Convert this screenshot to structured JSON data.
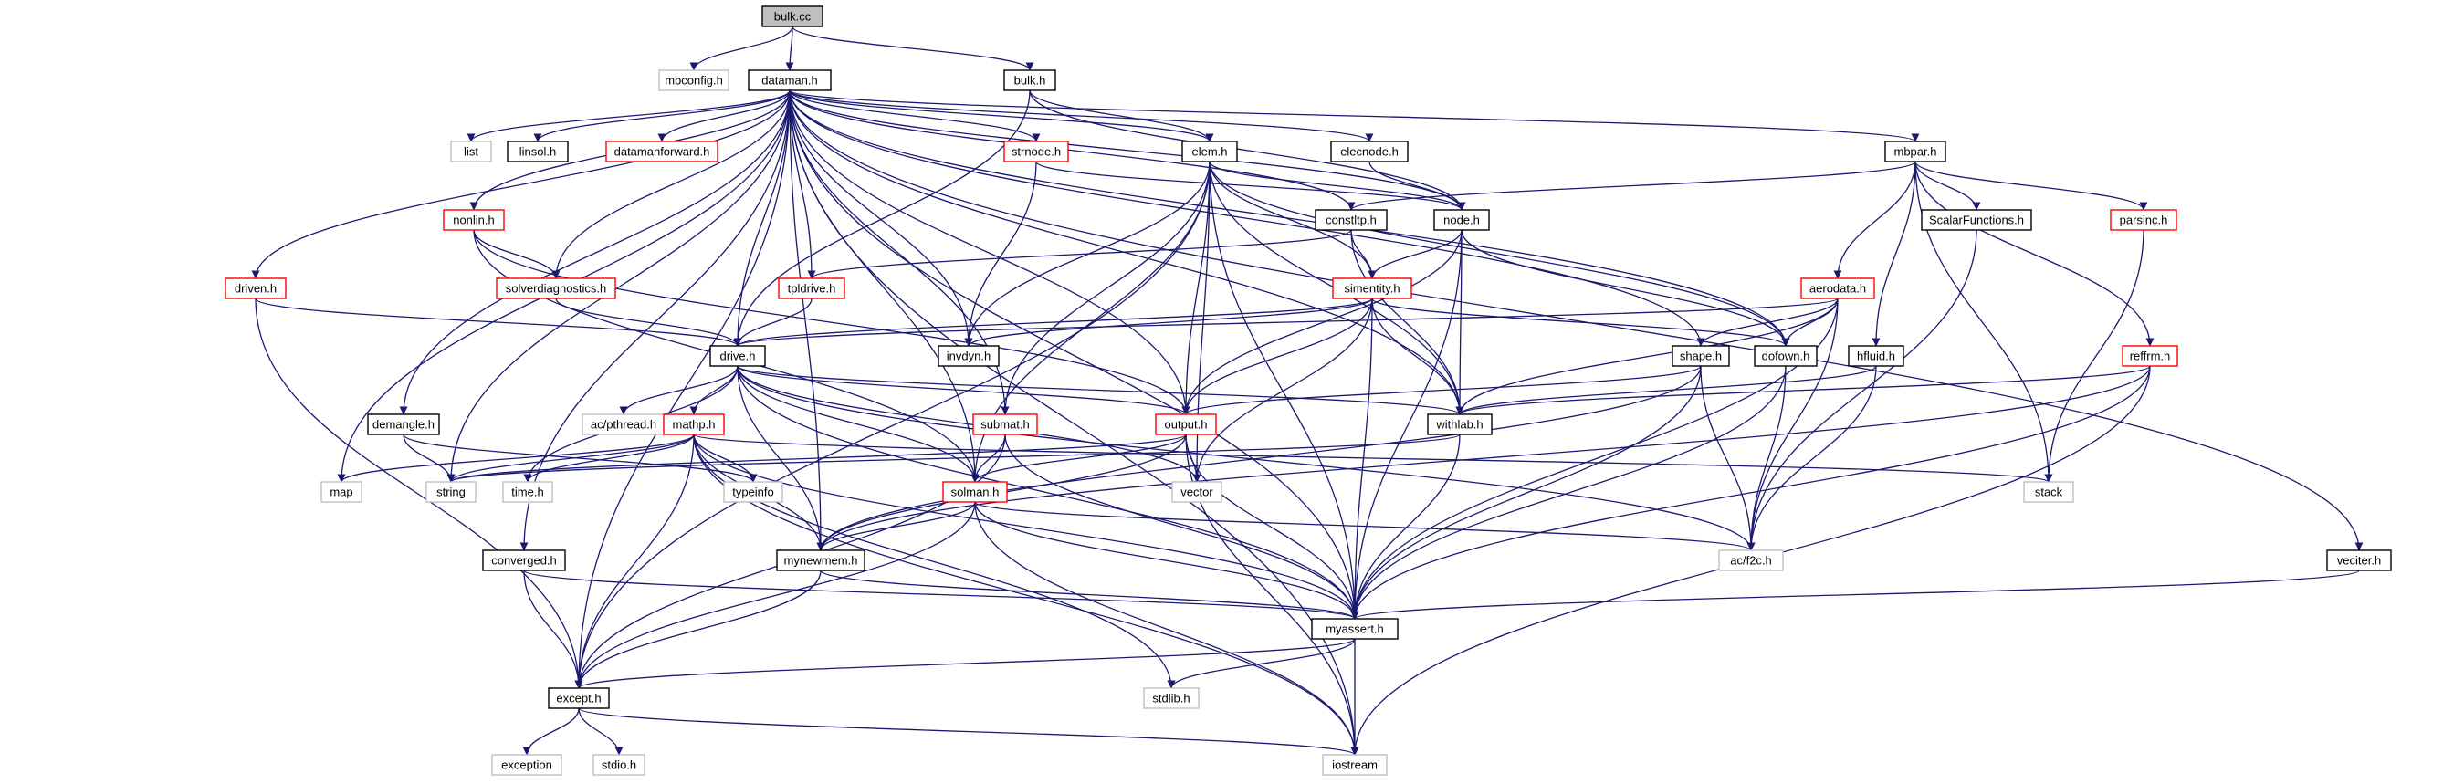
{
  "diagram": {
    "colors": {
      "edge": "#191970",
      "box_normal": "#000000",
      "box_red": "#ff0000",
      "box_gray": "#bfbfbf",
      "fill_root": "#bfbfbf",
      "fill_default": "#ffffff"
    },
    "nodes": [
      {
        "id": "bulk_cc",
        "label": "bulk.cc",
        "style": "root"
      },
      {
        "id": "mbconfig_h",
        "label": "mbconfig.h",
        "style": "gray"
      },
      {
        "id": "dataman_h",
        "label": "dataman.h",
        "style": "normal"
      },
      {
        "id": "bulk_h",
        "label": "bulk.h",
        "style": "normal"
      },
      {
        "id": "list",
        "label": "list",
        "style": "gray"
      },
      {
        "id": "linsol_h",
        "label": "linsol.h",
        "style": "normal"
      },
      {
        "id": "datamanforward_h",
        "label": "datamanforward.h",
        "style": "red"
      },
      {
        "id": "strnode_h",
        "label": "strnode.h",
        "style": "red"
      },
      {
        "id": "elem_h",
        "label": "elem.h",
        "style": "normal"
      },
      {
        "id": "elecnode_h",
        "label": "elecnode.h",
        "style": "normal"
      },
      {
        "id": "mbpar_h",
        "label": "mbpar.h",
        "style": "normal"
      },
      {
        "id": "veciter_h",
        "label": "veciter.h",
        "style": "normal"
      },
      {
        "id": "nonlin_h",
        "label": "nonlin.h",
        "style": "red"
      },
      {
        "id": "constltp_h",
        "label": "constltp.h",
        "style": "normal"
      },
      {
        "id": "node_h",
        "label": "node.h",
        "style": "normal"
      },
      {
        "id": "scalarfunctions_h",
        "label": "ScalarFunctions.h",
        "style": "normal"
      },
      {
        "id": "parsinc_h",
        "label": "parsinc.h",
        "style": "red"
      },
      {
        "id": "driven_h",
        "label": "driven.h",
        "style": "red"
      },
      {
        "id": "solverdiagnostics_h",
        "label": "solverdiagnostics.h",
        "style": "red"
      },
      {
        "id": "tpldrive_h",
        "label": "tpldrive.h",
        "style": "red"
      },
      {
        "id": "simentity_h",
        "label": "simentity.h",
        "style": "red"
      },
      {
        "id": "aerodata_h",
        "label": "aerodata.h",
        "style": "red"
      },
      {
        "id": "drive_h",
        "label": "drive.h",
        "style": "normal"
      },
      {
        "id": "invdyn_h",
        "label": "invdyn.h",
        "style": "normal"
      },
      {
        "id": "shape_h",
        "label": "shape.h",
        "style": "normal"
      },
      {
        "id": "dofown_h",
        "label": "dofown.h",
        "style": "normal"
      },
      {
        "id": "hfluid_h",
        "label": "hfluid.h",
        "style": "normal"
      },
      {
        "id": "reffrm_h",
        "label": "reffrm.h",
        "style": "red"
      },
      {
        "id": "demangle_h",
        "label": "demangle.h",
        "style": "normal"
      },
      {
        "id": "ac_pthread_h",
        "label": "ac/pthread.h",
        "style": "gray"
      },
      {
        "id": "mathp_h",
        "label": "mathp.h",
        "style": "red"
      },
      {
        "id": "submat_h",
        "label": "submat.h",
        "style": "red"
      },
      {
        "id": "output_h",
        "label": "output.h",
        "style": "red"
      },
      {
        "id": "withlab_h",
        "label": "withlab.h",
        "style": "normal"
      },
      {
        "id": "map",
        "label": "map",
        "style": "gray"
      },
      {
        "id": "string",
        "label": "string",
        "style": "gray"
      },
      {
        "id": "time_h",
        "label": "time.h",
        "style": "gray"
      },
      {
        "id": "typeinfo",
        "label": "typeinfo",
        "style": "gray"
      },
      {
        "id": "solman_h",
        "label": "solman.h",
        "style": "red"
      },
      {
        "id": "vector",
        "label": "vector",
        "style": "gray"
      },
      {
        "id": "stack",
        "label": "stack",
        "style": "gray"
      },
      {
        "id": "converged_h",
        "label": "converged.h",
        "style": "normal"
      },
      {
        "id": "mynewmem_h",
        "label": "mynewmem.h",
        "style": "normal"
      },
      {
        "id": "ac_f2c_h",
        "label": "ac/f2c.h",
        "style": "gray"
      },
      {
        "id": "myassert_h",
        "label": "myassert.h",
        "style": "normal"
      },
      {
        "id": "except_h",
        "label": "except.h",
        "style": "normal"
      },
      {
        "id": "stdlib_h",
        "label": "stdlib.h",
        "style": "gray"
      },
      {
        "id": "exception",
        "label": "exception",
        "style": "gray"
      },
      {
        "id": "stdio_h",
        "label": "stdio.h",
        "style": "gray"
      },
      {
        "id": "iostream",
        "label": "iostream",
        "style": "gray"
      }
    ],
    "edges": [
      [
        "bulk_cc",
        "mbconfig_h"
      ],
      [
        "bulk_cc",
        "dataman_h"
      ],
      [
        "bulk_cc",
        "bulk_h"
      ],
      [
        "dataman_h",
        "list"
      ],
      [
        "dataman_h",
        "linsol_h"
      ],
      [
        "dataman_h",
        "datamanforward_h"
      ],
      [
        "dataman_h",
        "strnode_h"
      ],
      [
        "dataman_h",
        "elem_h"
      ],
      [
        "dataman_h",
        "elecnode_h"
      ],
      [
        "dataman_h",
        "mbpar_h"
      ],
      [
        "dataman_h",
        "veciter_h"
      ],
      [
        "dataman_h",
        "nonlin_h"
      ],
      [
        "dataman_h",
        "constltp_h"
      ],
      [
        "dataman_h",
        "node_h"
      ],
      [
        "dataman_h",
        "driven_h"
      ],
      [
        "dataman_h",
        "solverdiagnostics_h"
      ],
      [
        "dataman_h",
        "tpldrive_h"
      ],
      [
        "dataman_h",
        "drive_h"
      ],
      [
        "dataman_h",
        "invdyn_h"
      ],
      [
        "dataman_h",
        "shape_h"
      ],
      [
        "dataman_h",
        "dofown_h"
      ],
      [
        "dataman_h",
        "demangle_h"
      ],
      [
        "dataman_h",
        "submat_h"
      ],
      [
        "dataman_h",
        "output_h"
      ],
      [
        "dataman_h",
        "withlab_h"
      ],
      [
        "dataman_h",
        "map"
      ],
      [
        "dataman_h",
        "string"
      ],
      [
        "dataman_h",
        "solman_h"
      ],
      [
        "dataman_h",
        "converged_h"
      ],
      [
        "dataman_h",
        "mynewmem_h"
      ],
      [
        "dataman_h",
        "myassert_h"
      ],
      [
        "dataman_h",
        "except_h"
      ],
      [
        "dataman_h",
        "iostream"
      ],
      [
        "bulk_h",
        "elem_h"
      ],
      [
        "bulk_h",
        "node_h"
      ],
      [
        "bulk_h",
        "drive_h"
      ],
      [
        "strnode_h",
        "node_h"
      ],
      [
        "strnode_h",
        "invdyn_h"
      ],
      [
        "elem_h",
        "node_h"
      ],
      [
        "elem_h",
        "simentity_h"
      ],
      [
        "elem_h",
        "invdyn_h"
      ],
      [
        "elem_h",
        "output_h"
      ],
      [
        "elem_h",
        "withlab_h"
      ],
      [
        "elem_h",
        "submat_h"
      ],
      [
        "elem_h",
        "solman_h"
      ],
      [
        "elem_h",
        "vector"
      ],
      [
        "elem_h",
        "dofown_h"
      ],
      [
        "elem_h",
        "myassert_h"
      ],
      [
        "elem_h",
        "except_h"
      ],
      [
        "elecnode_h",
        "node_h"
      ],
      [
        "mbpar_h",
        "constltp_h"
      ],
      [
        "mbpar_h",
        "scalarfunctions_h"
      ],
      [
        "mbpar_h",
        "parsinc_h"
      ],
      [
        "mbpar_h",
        "aerodata_h"
      ],
      [
        "mbpar_h",
        "hfluid_h"
      ],
      [
        "mbpar_h",
        "reffrm_h"
      ],
      [
        "mbpar_h",
        "stack"
      ],
      [
        "veciter_h",
        "myassert_h"
      ],
      [
        "nonlin_h",
        "solverdiagnostics_h"
      ],
      [
        "nonlin_h",
        "output_h"
      ],
      [
        "nonlin_h",
        "solman_h"
      ],
      [
        "constltp_h",
        "simentity_h"
      ],
      [
        "constltp_h",
        "tpldrive_h"
      ],
      [
        "constltp_h",
        "withlab_h"
      ],
      [
        "node_h",
        "simentity_h"
      ],
      [
        "node_h",
        "dofown_h"
      ],
      [
        "node_h",
        "output_h"
      ],
      [
        "node_h",
        "withlab_h"
      ],
      [
        "node_h",
        "myassert_h"
      ],
      [
        "scalarfunctions_h",
        "ac_f2c_h"
      ],
      [
        "parsinc_h",
        "stack"
      ],
      [
        "driven_h",
        "drive_h"
      ],
      [
        "driven_h",
        "except_h"
      ],
      [
        "solverdiagnostics_h",
        "drive_h"
      ],
      [
        "tpldrive_h",
        "drive_h"
      ],
      [
        "simentity_h",
        "drive_h"
      ],
      [
        "simentity_h",
        "invdyn_h"
      ],
      [
        "simentity_h",
        "dofown_h"
      ],
      [
        "simentity_h",
        "output_h"
      ],
      [
        "simentity_h",
        "withlab_h"
      ],
      [
        "simentity_h",
        "vector"
      ],
      [
        "simentity_h",
        "myassert_h"
      ],
      [
        "aerodata_h",
        "drive_h"
      ],
      [
        "aerodata_h",
        "shape_h"
      ],
      [
        "aerodata_h",
        "dofown_h"
      ],
      [
        "aerodata_h",
        "withlab_h"
      ],
      [
        "aerodata_h",
        "ac_f2c_h"
      ],
      [
        "aerodata_h",
        "myassert_h"
      ],
      [
        "drive_h",
        "ac_pthread_h"
      ],
      [
        "drive_h",
        "mathp_h"
      ],
      [
        "drive_h",
        "output_h"
      ],
      [
        "drive_h",
        "withlab_h"
      ],
      [
        "drive_h",
        "time_h"
      ],
      [
        "drive_h",
        "solman_h"
      ],
      [
        "drive_h",
        "vector"
      ],
      [
        "drive_h",
        "mynewmem_h"
      ],
      [
        "drive_h",
        "ac_f2c_h"
      ],
      [
        "drive_h",
        "myassert_h"
      ],
      [
        "shape_h",
        "output_h"
      ],
      [
        "shape_h",
        "ac_f2c_h"
      ],
      [
        "shape_h",
        "mynewmem_h"
      ],
      [
        "shape_h",
        "myassert_h"
      ],
      [
        "dofown_h",
        "ac_f2c_h"
      ],
      [
        "dofown_h",
        "myassert_h"
      ],
      [
        "hfluid_h",
        "withlab_h"
      ],
      [
        "hfluid_h",
        "ac_f2c_h"
      ],
      [
        "reffrm_h",
        "withlab_h"
      ],
      [
        "reffrm_h",
        "mynewmem_h"
      ],
      [
        "reffrm_h",
        "myassert_h"
      ],
      [
        "reffrm_h",
        "iostream"
      ],
      [
        "demangle_h",
        "string"
      ],
      [
        "demangle_h",
        "typeinfo"
      ],
      [
        "mathp_h",
        "map"
      ],
      [
        "mathp_h",
        "string"
      ],
      [
        "mathp_h",
        "time_h"
      ],
      [
        "mathp_h",
        "typeinfo"
      ],
      [
        "mathp_h",
        "stack"
      ],
      [
        "mathp_h",
        "mynewmem_h"
      ],
      [
        "mathp_h",
        "myassert_h"
      ],
      [
        "mathp_h",
        "except_h"
      ],
      [
        "mathp_h",
        "stdlib_h"
      ],
      [
        "mathp_h",
        "iostream"
      ],
      [
        "submat_h",
        "solman_h"
      ],
      [
        "submat_h",
        "myassert_h"
      ],
      [
        "submat_h",
        "except_h"
      ],
      [
        "output_h",
        "solman_h"
      ],
      [
        "output_h",
        "vector"
      ],
      [
        "output_h",
        "mynewmem_h"
      ],
      [
        "output_h",
        "myassert_h"
      ],
      [
        "output_h",
        "iostream"
      ],
      [
        "output_h",
        "string"
      ],
      [
        "withlab_h",
        "string"
      ],
      [
        "withlab_h",
        "myassert_h"
      ],
      [
        "solman_h",
        "mynewmem_h"
      ],
      [
        "solman_h",
        "ac_f2c_h"
      ],
      [
        "solman_h",
        "myassert_h"
      ],
      [
        "solman_h",
        "except_h"
      ],
      [
        "solman_h",
        "iostream"
      ],
      [
        "converged_h",
        "myassert_h"
      ],
      [
        "converged_h",
        "except_h"
      ],
      [
        "mynewmem_h",
        "myassert_h"
      ],
      [
        "mynewmem_h",
        "except_h"
      ],
      [
        "myassert_h",
        "except_h"
      ],
      [
        "myassert_h",
        "stdlib_h"
      ],
      [
        "myassert_h",
        "iostream"
      ],
      [
        "except_h",
        "exception"
      ],
      [
        "except_h",
        "stdio_h"
      ],
      [
        "except_h",
        "iostream"
      ]
    ]
  }
}
